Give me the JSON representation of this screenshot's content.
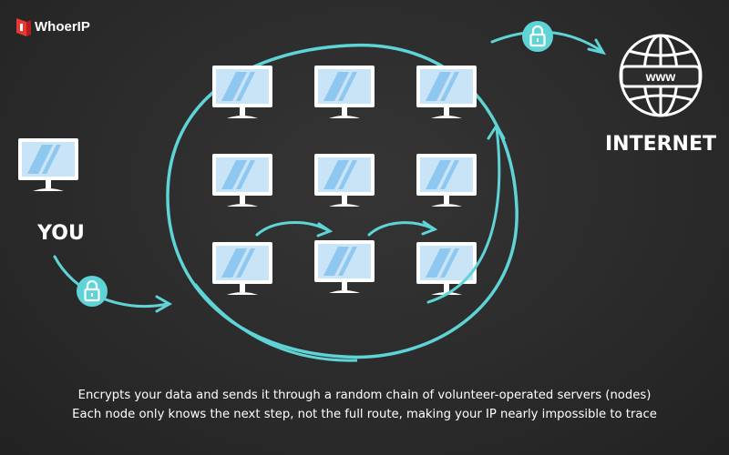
{
  "brand": {
    "name": "WhoerIP",
    "logo_icon": "whoerip-logo-icon"
  },
  "diagram": {
    "you_label": "YOU",
    "internet_label": "INTERNET",
    "internet_icon_text": "www",
    "node_grid": {
      "rows": 3,
      "columns": 3
    },
    "colors": {
      "accent": "#5fd4d6",
      "background": "#2c2c2c",
      "screen": "#c9e4f7",
      "stripe": "#8ec7f0",
      "text": "#ffffff",
      "logo": "#e53935"
    }
  },
  "caption": {
    "line1": "Encrypts your data and sends it through a random chain of volunteer-operated servers (nodes)",
    "line2": "Each node only knows the next step, not the full route, making your IP nearly impossible to trace"
  }
}
